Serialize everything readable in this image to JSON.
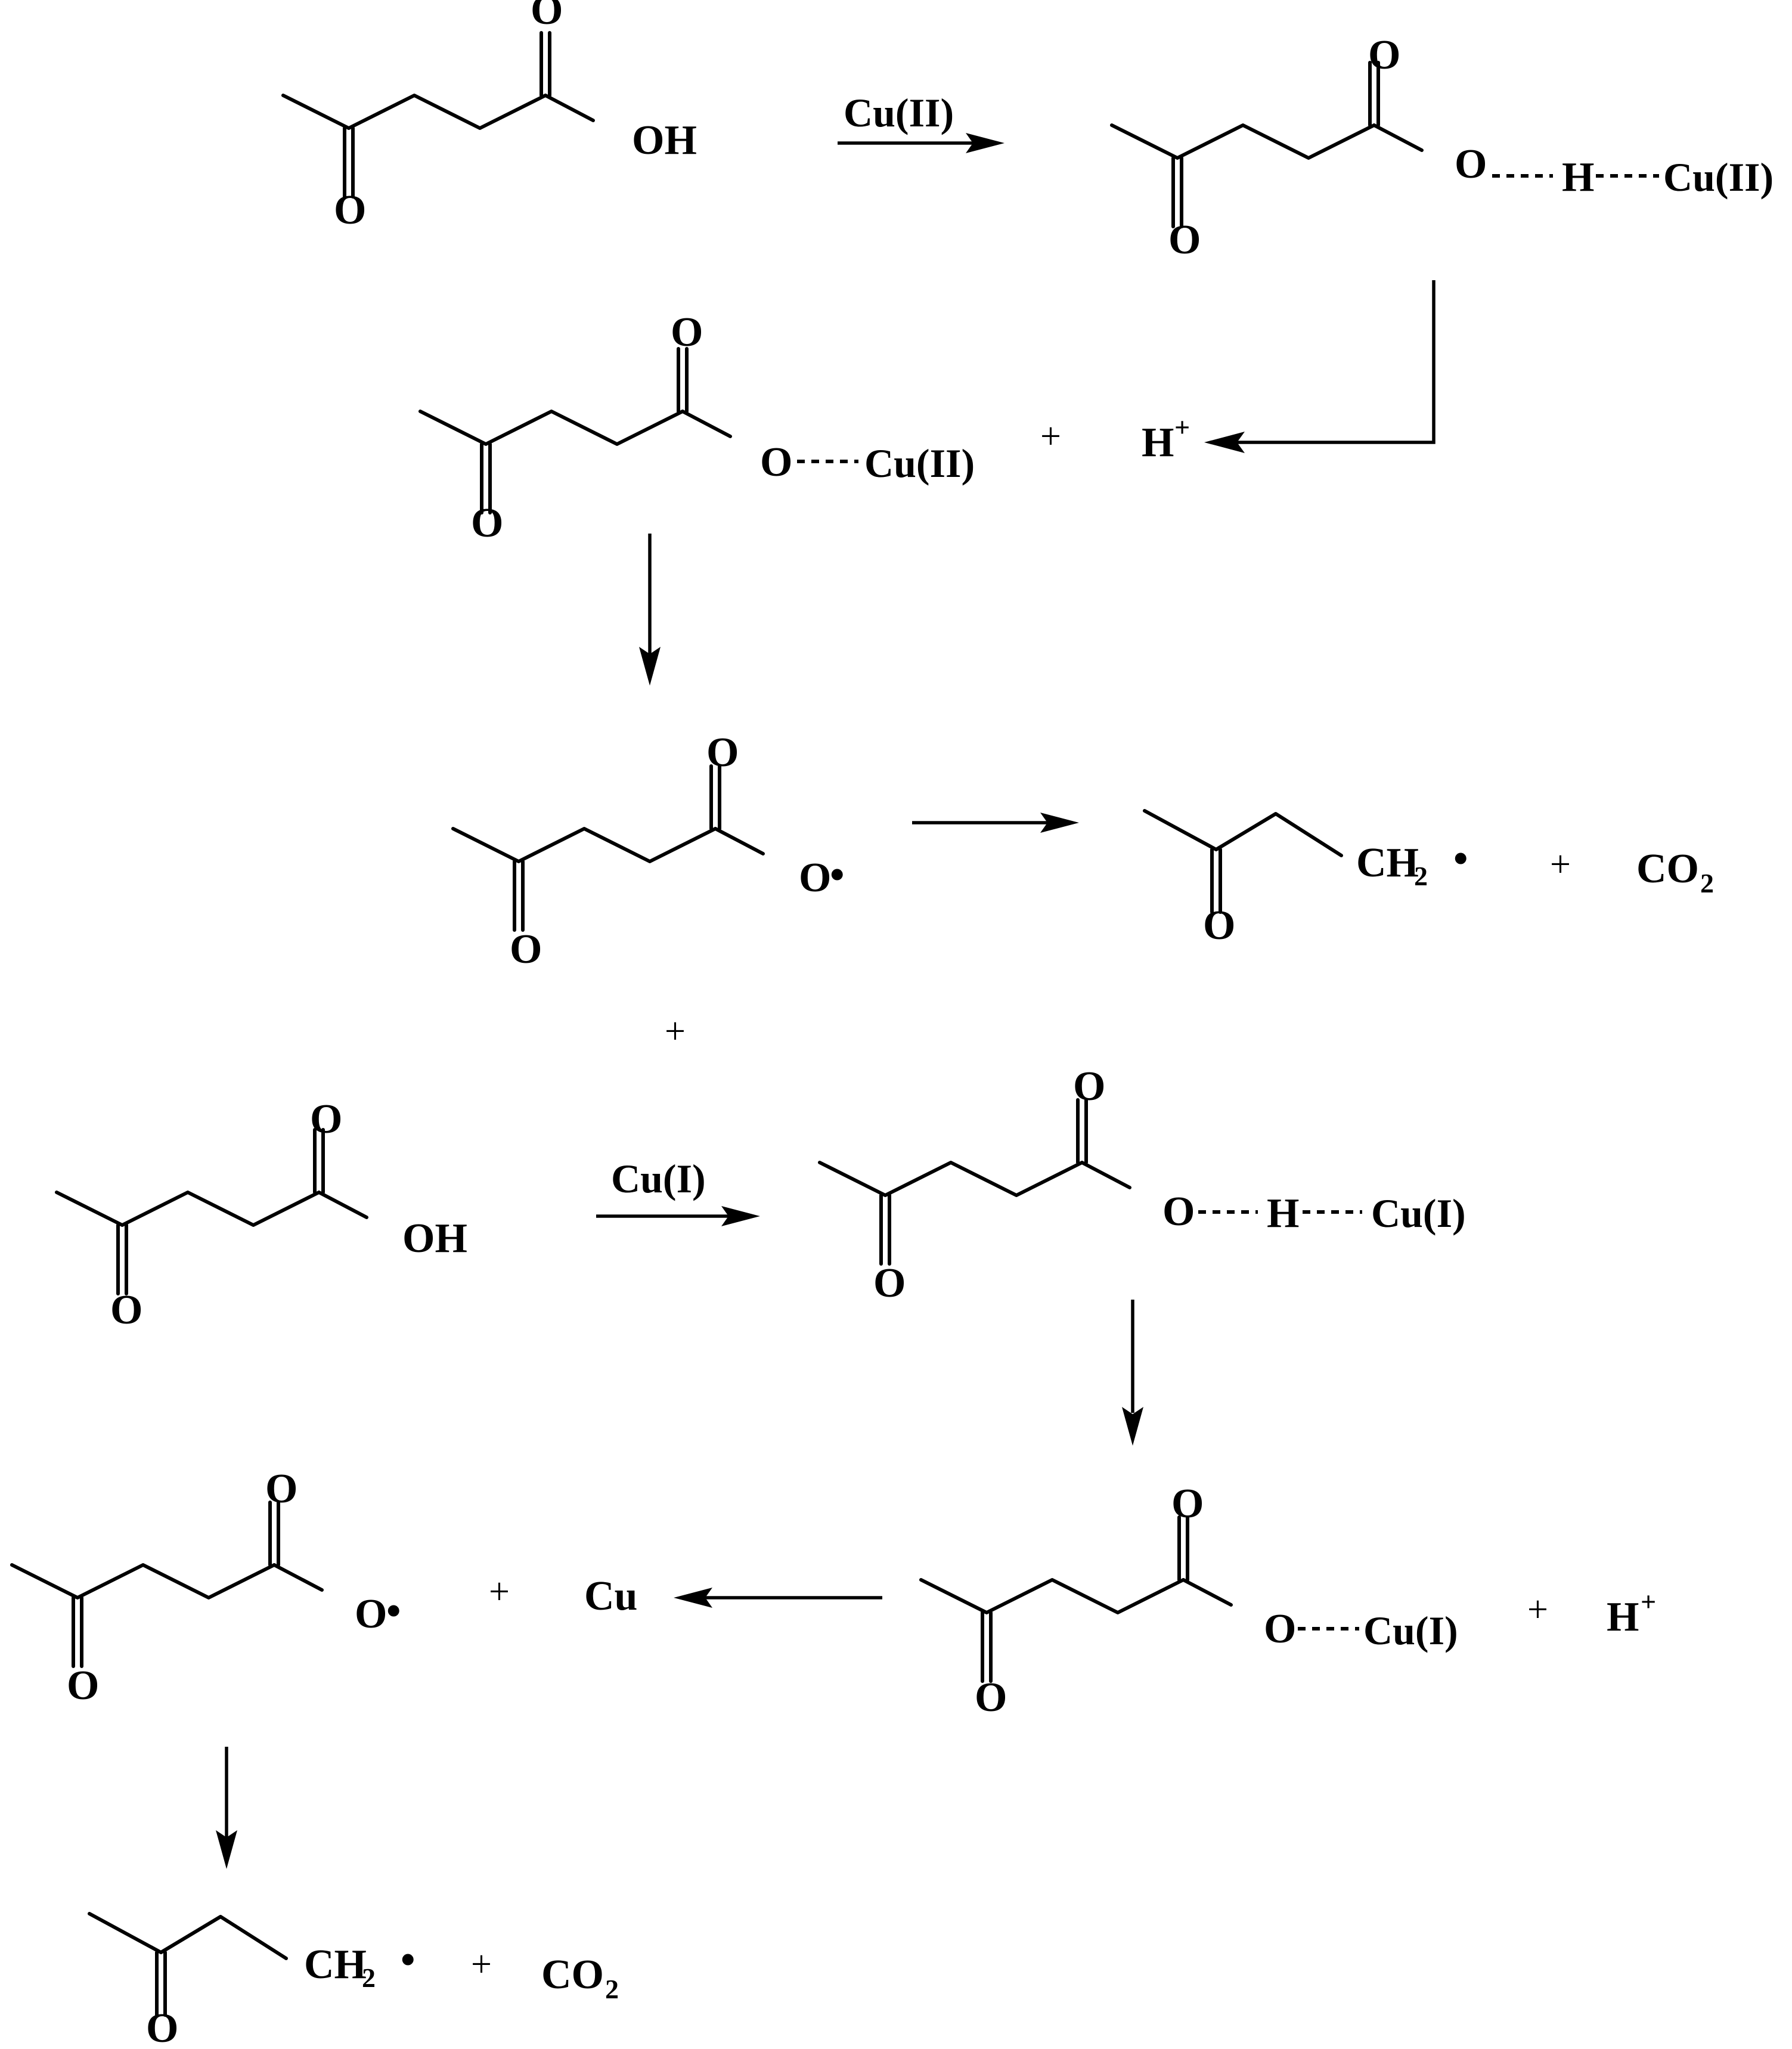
{
  "atoms": {
    "O": "O",
    "OH": "OH",
    "H": "H"
  },
  "reagents": {
    "cu2": "Cu(II)",
    "cu1": "Cu(I)",
    "cu": "Cu"
  },
  "species": {
    "proton_base": "H",
    "proton_charge": "+",
    "methylene_base": "CH",
    "methylene_sub": "2",
    "co2_base": "CO",
    "co2_sub": "2"
  },
  "symbols": {
    "plus": "+",
    "radical_dot": "•"
  }
}
